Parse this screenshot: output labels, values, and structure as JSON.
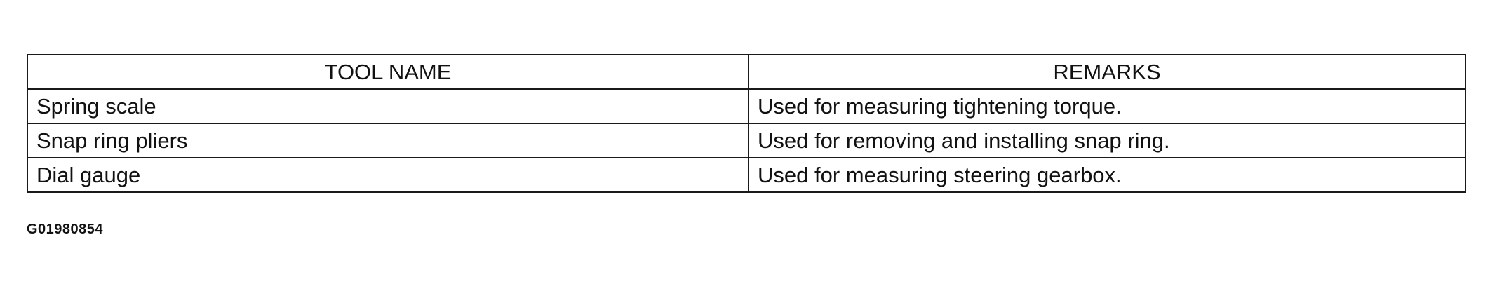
{
  "table": {
    "headers": {
      "tool_name": "TOOL NAME",
      "remarks": "REMARKS"
    },
    "rows": [
      {
        "tool": "Spring scale",
        "remark": "Used for measuring tightening torque."
      },
      {
        "tool": "Snap ring pliers",
        "remark": "Used for removing and installing snap ring."
      },
      {
        "tool": "Dial gauge",
        "remark": "Used for measuring steering gearbox."
      }
    ]
  },
  "figure_id": "G01980854"
}
